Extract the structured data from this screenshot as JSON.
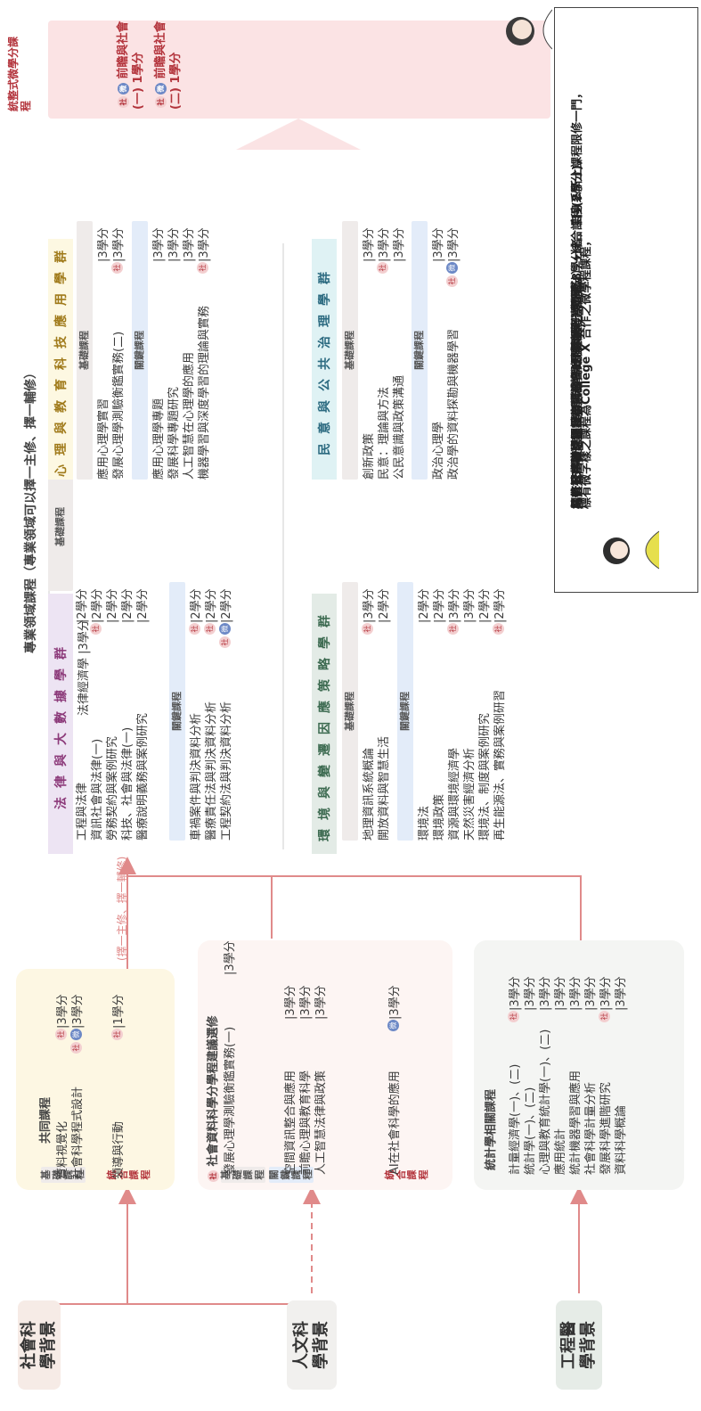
{
  "colors": {
    "accent": "#e08a8a",
    "law": "#ede4f3",
    "envgrp": "#e3ebe6",
    "psy": "#fdf8e2",
    "gov": "#dff2f4",
    "base": "#efebea",
    "key": "#e3ecf9",
    "micro": "#fbe3e4"
  },
  "badges": {
    "social": "社",
    "college": "微"
  },
  "header": {
    "title": "專業領域課程（專業領域可以擇一主修、擇一輔修）"
  },
  "common": {
    "title": "共同課程",
    "base_label": "基礎課程",
    "base": [
      {
        "name": "資料視覺化",
        "credit": "|3學分",
        "s": true
      },
      {
        "name": "社會科學程式設計",
        "credit": "|3學分",
        "s": true,
        "c": true
      }
    ],
    "combo_label": "統合課程",
    "combo": [
      {
        "name": "領導與行動",
        "credit": "|1學分",
        "s": true
      }
    ]
  },
  "arrow_note": "(擇一主修、擇一輔修)",
  "social_basic": {
    "title": "社會資料科學分學程建議選修",
    "base_label": "基礎課程",
    "base": [
      {
        "name": "發展心理學測驗衡鑑實務(一)",
        "credit": "|3學分"
      }
    ],
    "key_label": "關鍵課程",
    "key": [
      {
        "name": "空間資訊整合與應用",
        "credit": "|3學分"
      },
      {
        "name": "前瞻心理與教育科學",
        "credit": "|3學分"
      },
      {
        "name": "人工智慧法律與政策",
        "credit": "|3學分"
      }
    ],
    "combo_label": "統合課程",
    "combo": [
      {
        "name": "AI在社會科學的應用",
        "credit": "|3學分",
        "c": true
      }
    ]
  },
  "stats": {
    "title": "統計學相關課程",
    "items": [
      {
        "name": "計量經濟學(一)、(二)",
        "credit": "|3學分",
        "s": true
      },
      {
        "name": "統計學(一)、(二)",
        "credit": "|3學分"
      },
      {
        "name": "心理與教育統計學(一)、(二)",
        "credit": "|3學分"
      },
      {
        "name": "應用統計",
        "credit": "|3學分"
      },
      {
        "name": "統計機器學習與應用",
        "credit": "|3學分"
      },
      {
        "name": "社會科學計量分析",
        "credit": "|3學分"
      },
      {
        "name": "發展科學進階研究",
        "credit": "|3學分",
        "s": true
      },
      {
        "name": "資料科學概論",
        "credit": "|3學分"
      }
    ]
  },
  "backgrounds": {
    "social": "社會科學背景",
    "humanities": "人文科學背景",
    "engineering": "工程醫學背景"
  },
  "law": {
    "group": "法律與大數據學群",
    "base_label": "基礎課程",
    "base": [
      {
        "name": "法律經濟學",
        "credit": "|3學分"
      },
      {
        "name": "工程與法律",
        "credit": "|2學分"
      },
      {
        "name": "資訊社會與法律(一)",
        "credit": "|2學分",
        "s": true
      },
      {
        "name": "勞務契約與案例研究",
        "credit": "|2學分"
      },
      {
        "name": "科技、社會與法律(一)",
        "credit": "|2學分"
      },
      {
        "name": "醫療說明義務與案例研究",
        "credit": "|2學分"
      }
    ],
    "key_label": "關鍵課程",
    "key": [
      {
        "name": "車禍案件與判決資料分析",
        "credit": "|2學分",
        "s": true
      },
      {
        "name": "醫療責任法與判決資料分析",
        "credit": "|2學分",
        "s": true
      },
      {
        "name": "工程契約法與判決資料分析",
        "credit": "|2學分",
        "s": true,
        "c": true
      }
    ]
  },
  "env": {
    "group": "環境與變遷因應策略學群",
    "base_label": "基礎課程",
    "base": [
      {
        "name": "地理資訊系統概論",
        "credit": "|3學分",
        "s": true
      },
      {
        "name": "開放資料與智慧生活",
        "credit": "|2學分"
      }
    ],
    "key_label": "關鍵課程",
    "key": [
      {
        "name": "環境法",
        "credit": "|2學分"
      },
      {
        "name": "環境政策",
        "credit": "|2學分"
      },
      {
        "name": "資源與環境經濟學",
        "credit": "|3學分",
        "s": true
      },
      {
        "name": "天然災害經濟分析",
        "credit": "|3學分"
      },
      {
        "name": "環境法、制度與案例研究",
        "credit": "|2學分"
      },
      {
        "name": "再生能源法、實務與案例研習",
        "credit": "|2學分",
        "s": true
      }
    ]
  },
  "psy": {
    "group": "心理與教育科技應用學群",
    "base_label": "基礎課程",
    "base": [
      {
        "name": "應用心理學實習",
        "credit": "|3學分"
      },
      {
        "name": "發展心理學測驗衡鑑實務(二)",
        "credit": "|3學分",
        "s": true
      }
    ],
    "key_label": "關鍵課程",
    "key": [
      {
        "name": "應用心理學專題",
        "credit": "|3學分"
      },
      {
        "name": "發展科學專題研究",
        "credit": "|3學分"
      },
      {
        "name": "人工智慧在心理學的應用",
        "credit": "|3學分"
      },
      {
        "name": "機器學習與深度學習的理論與實務",
        "credit": "|3學分",
        "s": true
      }
    ]
  },
  "gov": {
    "group": "民意與公共治理學群",
    "base_label": "基礎課程",
    "base": [
      {
        "name": "創新政策",
        "credit": "|3學分"
      },
      {
        "name": "民意：理論與方法",
        "credit": "|3學分",
        "s": true
      },
      {
        "name": "公民意識與政策溝通",
        "credit": "|3學分"
      }
    ],
    "key_label": "關鍵課程",
    "key": [
      {
        "name": "政治心理學",
        "credit": "|3學分"
      },
      {
        "name": "政治學的資料探勘與機器學習",
        "credit": "|3學分",
        "s": true,
        "c": true
      }
    ]
  },
  "micro": {
    "title": "統整式微學分課程",
    "c1": "前瞻與社會(一)",
    "c2": "前瞻與社會(二)",
    "credit": "1學分"
  },
  "notes": {
    "l1": "標有社字樣之課程為【社會資料科學分學程】，",
    "l2": "凡修習基礎課程（6學分）+關鍵課程（7學分）+統合課程(2學分)，",
    "l3": "共計15學分者，即可申請學分學程修習證明。",
    "l4": "標有微字樣之課程為College X 合作之微學程課程，",
    "l5": "凡修習基礎、關鍵、統合各1門課程，共計滿8學分者，自身系所上課程限修一門，",
    "l6": "即可提出微學程證書申請"
  }
}
